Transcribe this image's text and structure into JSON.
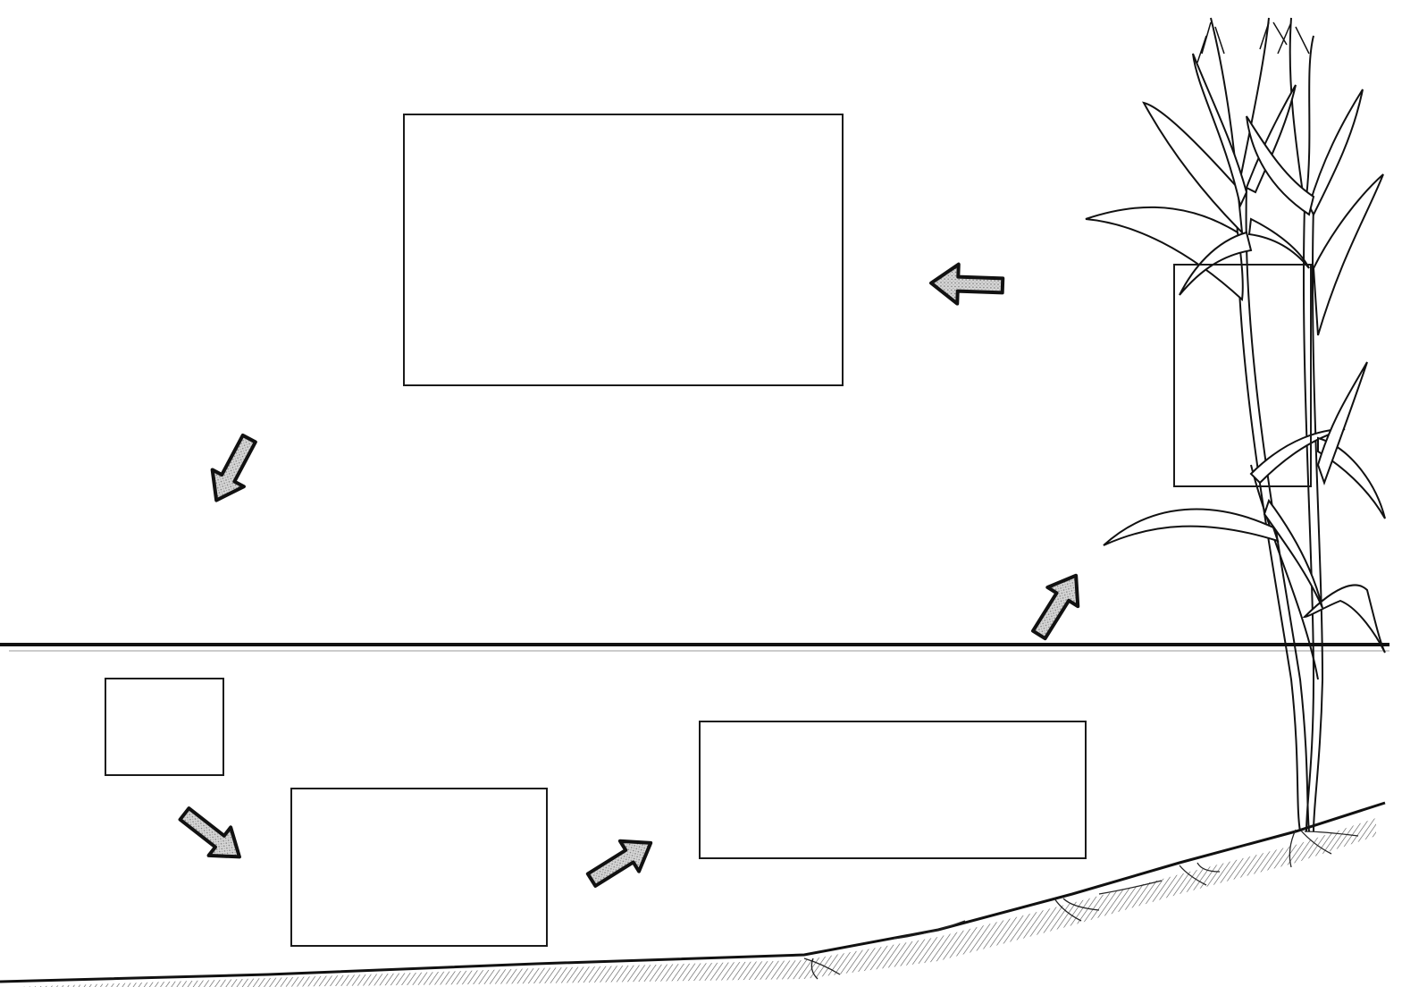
{
  "diagram": {
    "kind": "cycle-worksheet",
    "label_boxes": [
      {
        "id": "box-atmosphere",
        "text": ""
      },
      {
        "id": "box-plant",
        "text": ""
      },
      {
        "id": "box-soil-small",
        "text": ""
      },
      {
        "id": "box-soil-middle",
        "text": ""
      },
      {
        "id": "box-soil-right",
        "text": ""
      }
    ],
    "icons": {
      "arrow": "grey-stippled-arrow-icon",
      "plant": "corn-plant-illustration",
      "soil": "hatched-soil-slope"
    },
    "colors": {
      "outline": "#1a1a1a",
      "arrow_fill": "#b8b8b8",
      "background": "#ffffff"
    }
  }
}
